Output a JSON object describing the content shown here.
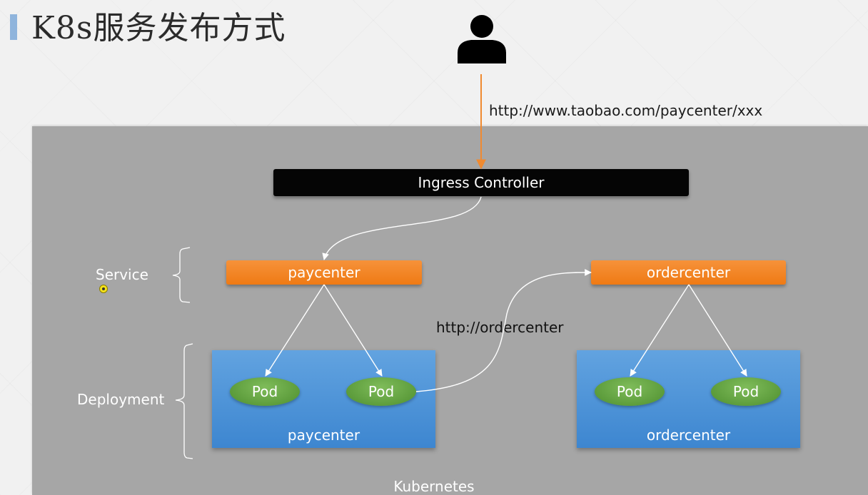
{
  "slide": {
    "title": "K8s服务发布方式"
  },
  "request": {
    "url": "http://www.taobao.com/paycenter/xxx",
    "user_icon": "user-icon"
  },
  "ingress": {
    "label": "Ingress Controller"
  },
  "layers": {
    "service_label": "Service",
    "deployment_label": "Deployment"
  },
  "services": {
    "paycenter": "paycenter",
    "ordercenter": "ordercenter"
  },
  "deployments": {
    "paycenter": {
      "label": "paycenter",
      "pods": [
        "Pod",
        "Pod"
      ]
    },
    "ordercenter": {
      "label": "ordercenter",
      "pods": [
        "Pod",
        "Pod"
      ]
    }
  },
  "internal_call": {
    "url": "http://ordercenter"
  },
  "cluster": {
    "label": "Kubernetes"
  },
  "colors": {
    "service": "#ef7a14",
    "deployment": "#3d86d0",
    "pod": "#5e9e3c",
    "ingress": "#050505",
    "request_arrow": "#f08a30",
    "cluster_bg": "#a6a6a6"
  }
}
